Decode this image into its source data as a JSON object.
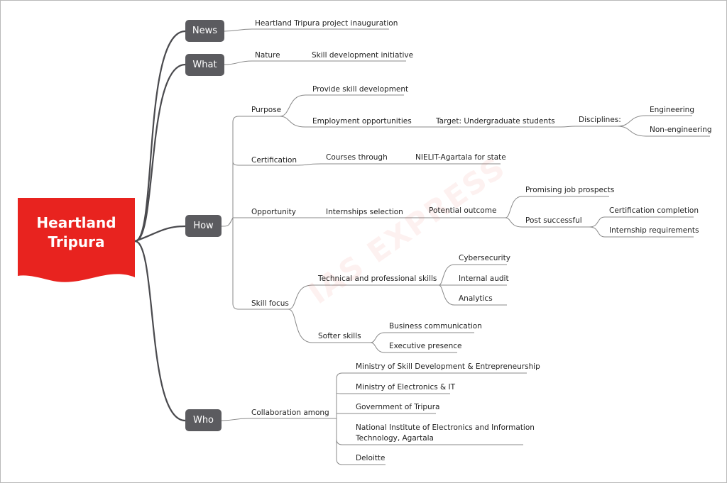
{
  "root": {
    "title": "Heartland Tripura",
    "color": "#e8231f"
  },
  "watermark": "IAS EXPRESS",
  "branches": {
    "news": {
      "label": "News",
      "items": [
        "Heartland Tripura project inauguration"
      ]
    },
    "what": {
      "label": "What",
      "nature": "Nature",
      "nature_value": "Skill development initiative"
    },
    "how": {
      "label": "How",
      "purpose": {
        "label": "Purpose",
        "provide": "Provide skill development",
        "employment": "Employment opportunities",
        "target": "Target: Undergraduate students",
        "disciplines": "Disciplines:",
        "engineering": "Engineering",
        "non_engineering": "Non-engineering"
      },
      "certification": {
        "label": "Certification",
        "courses": "Courses through",
        "nielit": "NIELIT-Agartala for state"
      },
      "opportunity": {
        "label": "Opportunity",
        "internships": "Internships selection",
        "outcome": "Potential outcome",
        "promising": "Promising job prospects",
        "post": "Post successful",
        "cert_completion": "Certification completion",
        "intern_req": "Internship requirements"
      },
      "skill_focus": {
        "label": "Skill focus",
        "technical": "Technical and professional skills",
        "cyber": "Cybersecurity",
        "audit": "Internal audit",
        "analytics": "Analytics",
        "softer": "Softer skills",
        "business": "Business communication",
        "executive": "Executive presence"
      }
    },
    "who": {
      "label": "Who",
      "collab": "Collaboration among",
      "items": [
        "Ministry of Skill Development & Entrepreneurship",
        "Ministry of Electronics & IT",
        "Government of Tripura",
        "National Institute of Electronics and Information Technology, Agartala",
        "Deloitte"
      ]
    }
  },
  "colors": {
    "branch_box": "#5b5b5f",
    "connector": "#4a4a4e",
    "underline": "#888888"
  }
}
